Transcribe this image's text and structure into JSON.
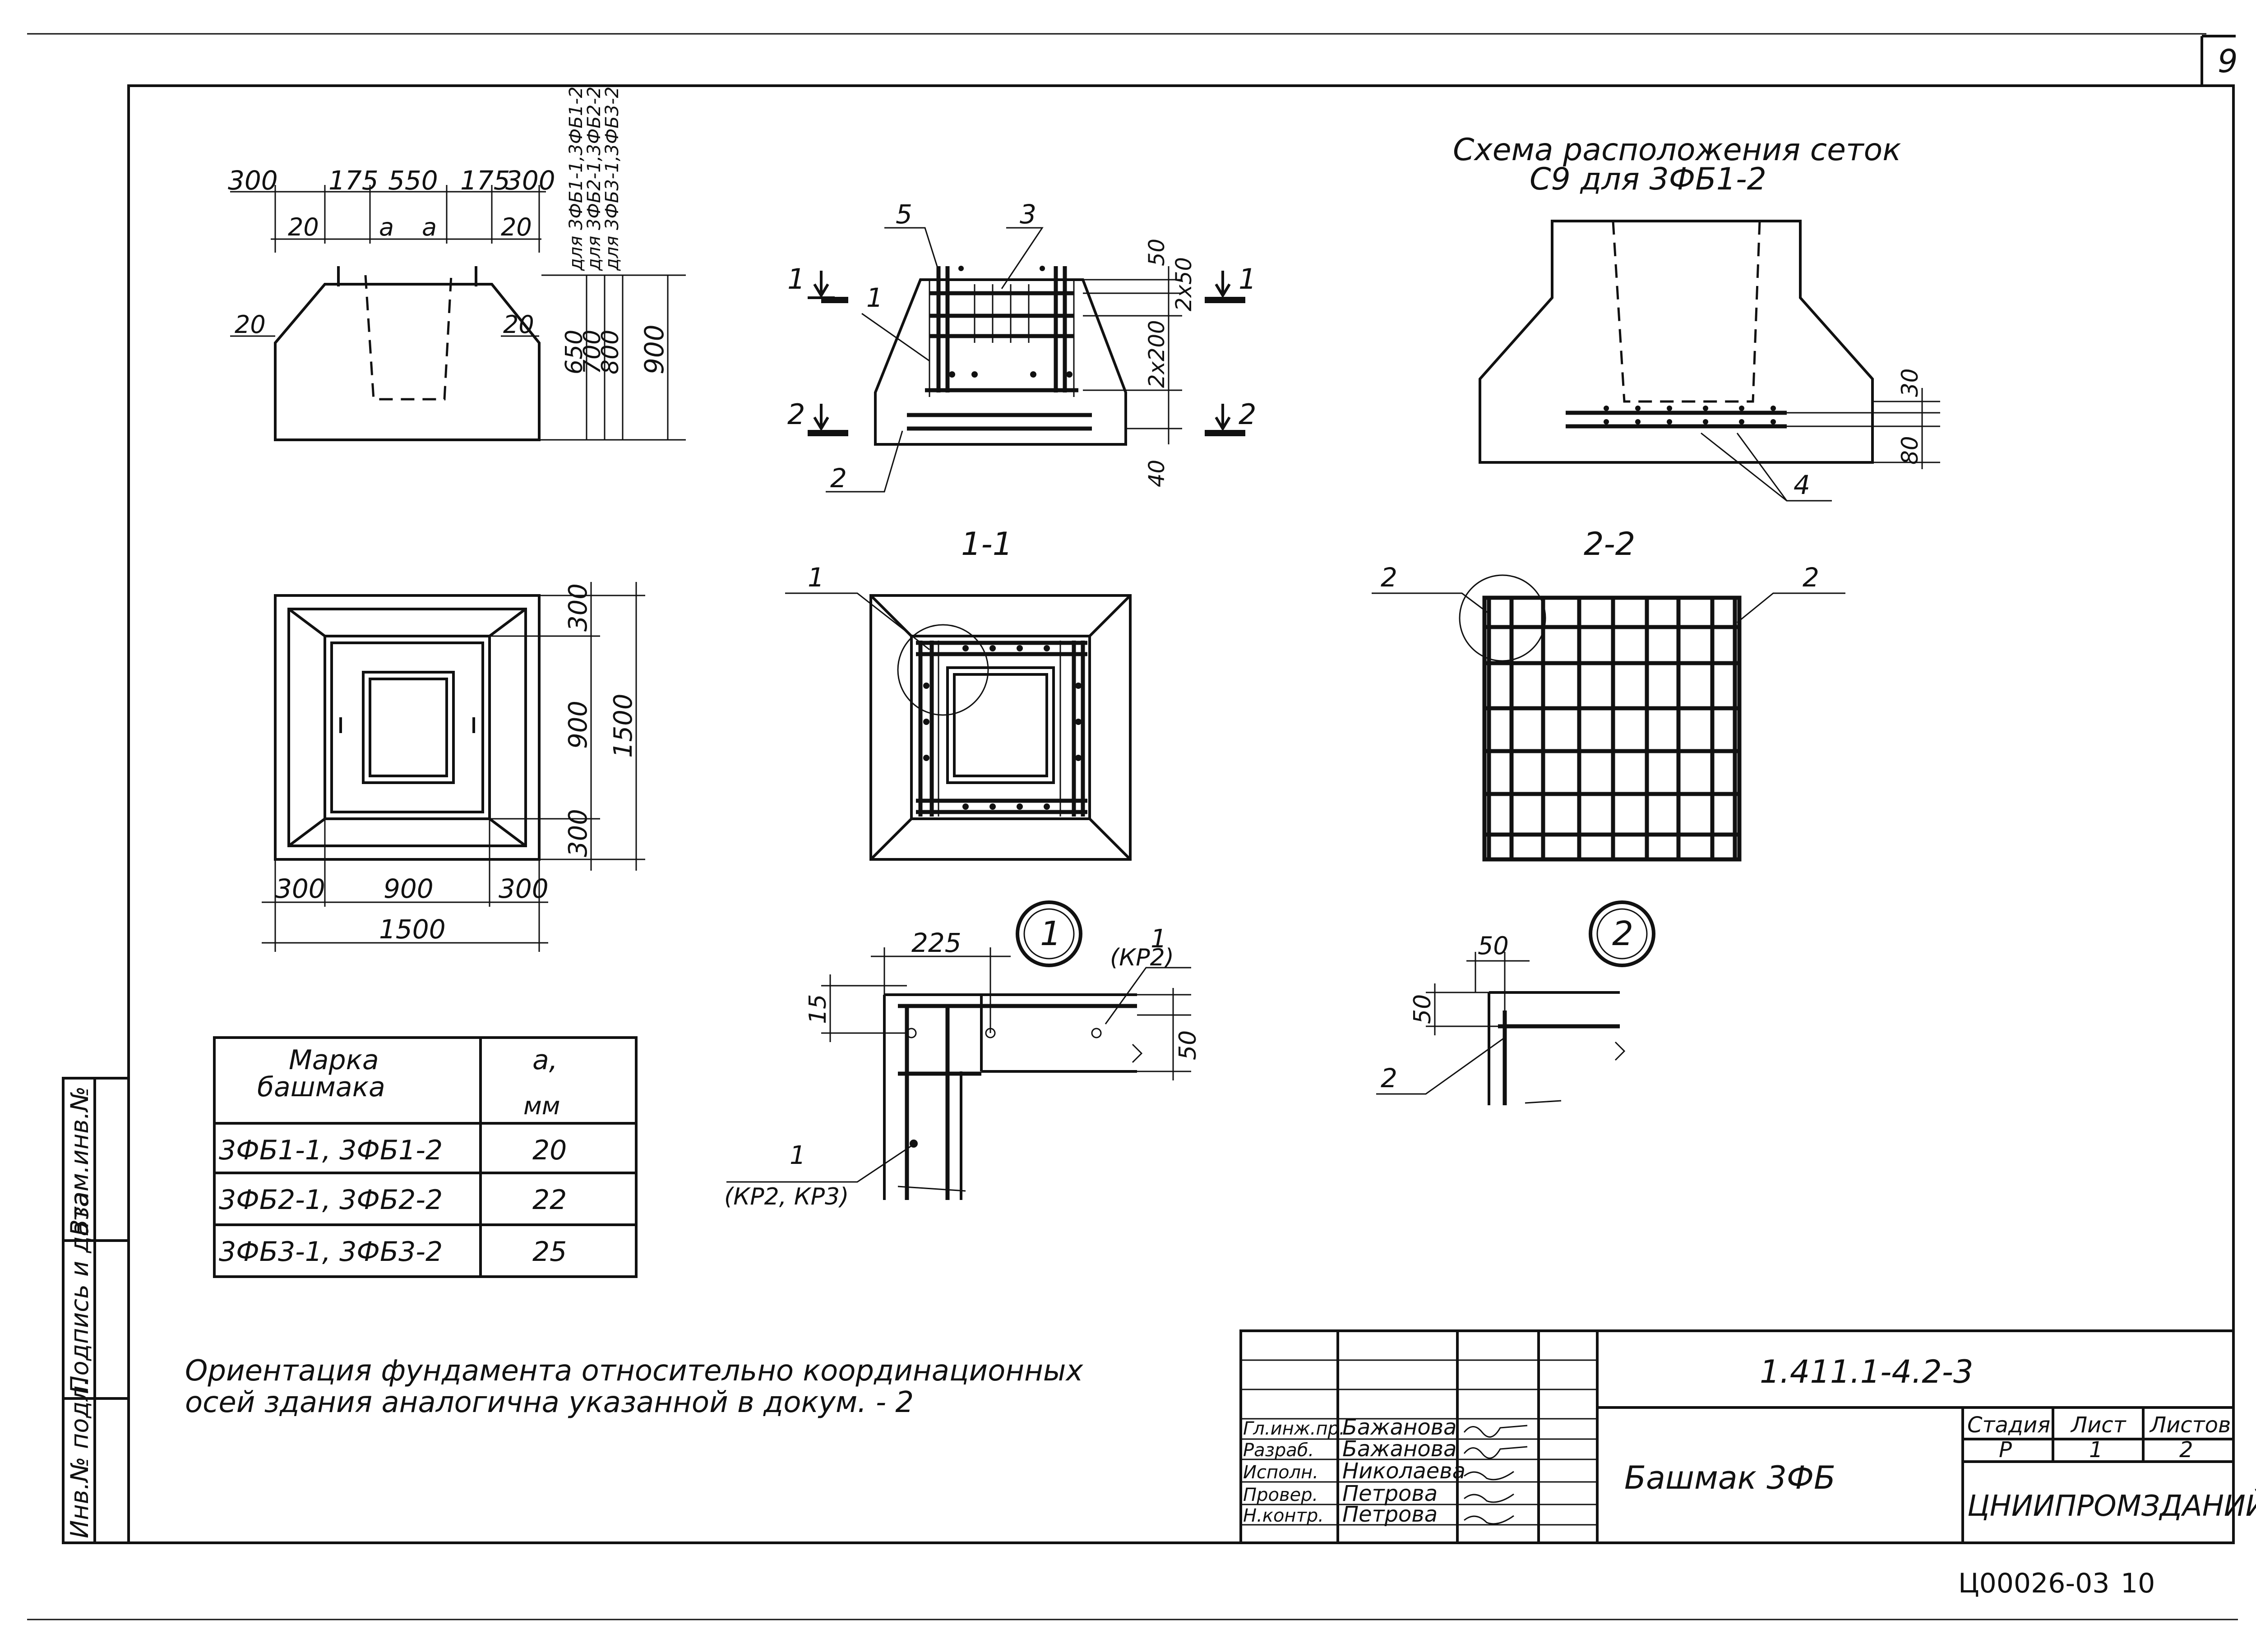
{
  "sheet": {
    "page_number": "9",
    "footer_code": "Ц00026-03",
    "footer_num": "10"
  },
  "schema": {
    "title_line1": "Схема расположения сеток",
    "title_line2": "С9 для 3ФБ1-2",
    "dim_30": "30",
    "dim_80": "80",
    "pos_4": "4"
  },
  "elevation": {
    "dims_top": [
      "300",
      "175",
      "550",
      "175",
      "300"
    ],
    "dim_a": "a",
    "dim_20": "20",
    "dims_right": [
      "650",
      "700",
      "800",
      "900"
    ],
    "type_labels": [
      "для 3ФБ1-1,3ФБ1-2",
      "для 3ФБ2-1,3ФБ2-2",
      "для 3ФБ3-1,3ФБ3-2"
    ]
  },
  "reinforcement": {
    "pos_labels": [
      "5",
      "3",
      "1",
      "2"
    ],
    "cut_1": "1",
    "cut_2": "2",
    "dims_right": [
      "50",
      "2х50",
      "2х200",
      "40"
    ]
  },
  "plan": {
    "dims_bottom": [
      "300",
      "900",
      "300"
    ],
    "dim_total_bottom": "1500",
    "dims_right": [
      "300",
      "900",
      "300"
    ],
    "dim_total_right": "1500"
  },
  "section_1_1": {
    "title": "1-1",
    "pos": "1"
  },
  "section_2_2": {
    "title": "2-2",
    "pos_left": "2",
    "pos_right": "2"
  },
  "detail_1": {
    "marker": "1",
    "dim_225": "225",
    "dim_15": "15",
    "dim_50": "50",
    "label_top": "1",
    "label_top_sub": "(КР2)",
    "label_bottom": "1",
    "label_bottom_sub": "(КР2, КР3)"
  },
  "detail_2": {
    "marker": "2",
    "dim_top": "50",
    "dim_left": "50",
    "pos": "2"
  },
  "marks_table": {
    "header_col1": [
      "Марка",
      "башмака"
    ],
    "header_col2": [
      "a,",
      "мм"
    ],
    "rows": [
      {
        "mark": "3ФБ1-1, 3ФБ1-2",
        "a": "20"
      },
      {
        "mark": "3ФБ2-1, 3ФБ2-2",
        "a": "22"
      },
      {
        "mark": "3ФБ3-1, 3ФБ3-2",
        "a": "25"
      }
    ]
  },
  "note": {
    "line1": "Ориентация фундамента относительно координационных",
    "line2": "осей здания аналогична указанной в докум. - 2"
  },
  "side_stamp": [
    "Инв.№ подл.",
    "Подпись и дата",
    "Взам.инв.№"
  ],
  "title_block": {
    "doc_code": "1.411.1-4.2-3",
    "drawing_name": "Башмак 3ФБ",
    "col_stage": "Стадия",
    "col_sheet": "Лист",
    "col_sheets": "Листов",
    "val_stage": "Р",
    "val_sheet": "1",
    "val_sheets": "2",
    "org": "ЦНИИПРОМЗДАНИЙ",
    "people": [
      {
        "role": "Гл.инж.пр.",
        "name": "Бажанова"
      },
      {
        "role": "Разраб.",
        "name": "Бажанова"
      },
      {
        "role": "Исполн.",
        "name": "Николаева"
      },
      {
        "role": "Провер.",
        "name": "Петрова"
      },
      {
        "role": "Н.контр.",
        "name": "Петрова"
      }
    ]
  }
}
